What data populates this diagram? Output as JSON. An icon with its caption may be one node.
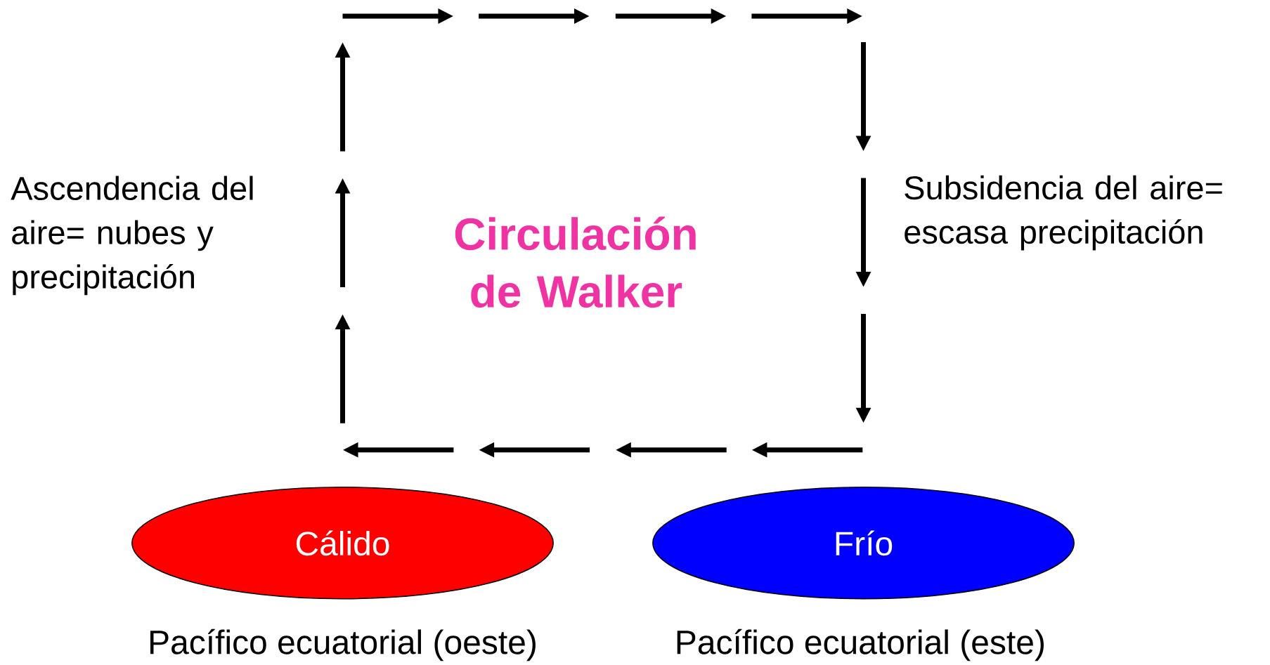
{
  "diagram": {
    "title": "Circulación de Walker",
    "nodes": [
      {
        "text": [
          "Cálido"
        ],
        "beside": [
          "Pacífico ecuatorial (oeste)"
        ]
      },
      {
        "text": [
          "Frío"
        ],
        "beside": [
          "Pacífico ecuatorial (este)"
        ]
      }
    ],
    "labels": [
      "Ascendencia del aire= nubes y precipitación",
      "Subsidencia del aire= escasa precipitación"
    ]
  }
}
